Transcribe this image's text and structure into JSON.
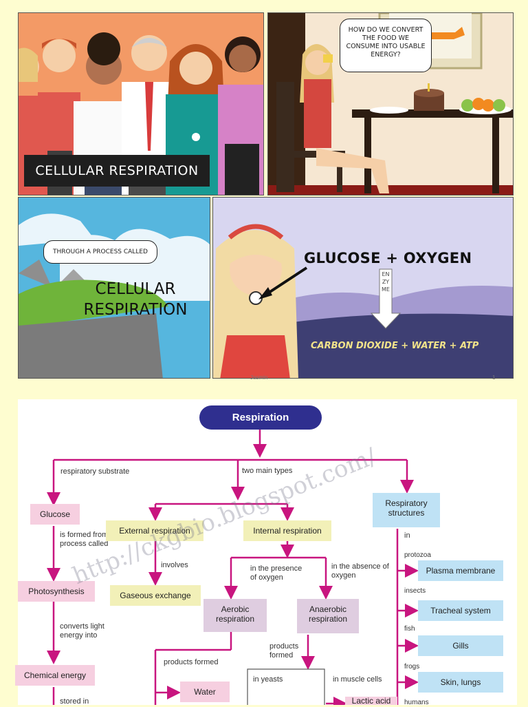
{
  "comic": {
    "panel1_banner": "CELLULAR RESPIRATION",
    "panel2_bubble": "HOW DO WE CONVERT THE FOOD WE CONSUME INTO USABLE ENERGY?",
    "panel3_bubble": "THROUGH A PROCESS CALLED",
    "panel3_title_line1": "CELLULAR",
    "panel3_title_line2": "RESPIRATION",
    "panel4_reactants": "GLUCOSE + OXYGEN",
    "panel4_enzyme": "ENZYME",
    "panel4_products": "CARBON DIOXIDE + WATER + ATP",
    "footer_author": "Jasmin",
    "footer_page": "1"
  },
  "diagram": {
    "root": "Respiration",
    "watermark": "http://ckgbio.blogspot.com/",
    "labels": {
      "respiratory_substrate": "respiratory substrate",
      "two_main_types": "two main types",
      "is_formed_from": "is formed from the process called",
      "involves": "involves",
      "in_presence": "in the presence of oxygen",
      "in_absence": "in the absence of oxygen",
      "converts_light": "converts light energy into",
      "products_formed_aerobic": "products formed",
      "products_formed_anaerobic": "products formed",
      "in_yeasts": "in yeasts",
      "in_muscle_cells": "in muscle cells",
      "stored_in": "stored in",
      "in": "in",
      "protozoa": "protozoa",
      "insects": "insects",
      "fish": "fish",
      "frogs": "frogs",
      "humans": "humans"
    },
    "nodes": {
      "glucose": "Glucose",
      "external": "External respiration",
      "internal": "Internal respiration",
      "structures": "Respiratory structures",
      "photosynthesis": "Photosynthesis",
      "gaseous": "Gaseous exchange",
      "aerobic": "Aerobic respiration",
      "anaerobic": "Anaerobic respiration",
      "plasma": "Plasma membrane",
      "tracheal": "Tracheal system",
      "gills": "Gills",
      "skin": "Skin, lungs",
      "chemical": "Chemical energy",
      "water": "Water",
      "lactic": "Lactic acid"
    }
  },
  "colors": {
    "page_bg": "#fefdd0",
    "arrow": "#c8157f",
    "root_fill": "#2f2f8f"
  }
}
